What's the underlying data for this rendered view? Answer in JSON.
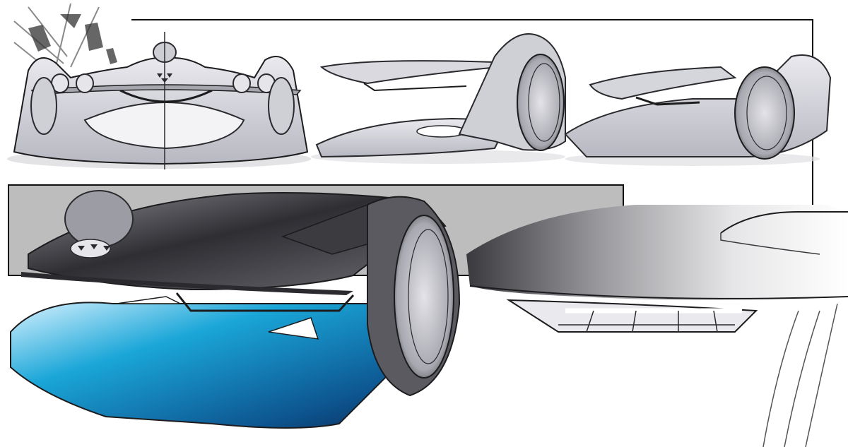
{
  "artwork": {
    "colors": {
      "paper": "#ffffff",
      "line_dark": "#1c1c1e",
      "line_mid": "#5a5a60",
      "body_light": "#dcdce2",
      "body_mid": "#b9b9c2",
      "body_dark": "#4a4a50",
      "panel_gray": "#bdbdbd",
      "accent_cyan": "#1aa6d8",
      "accent_cyan_dark": "#0d3f72",
      "light_strip": "#ffffff",
      "shadow_gray": "#cfcfd4"
    },
    "views": [
      {
        "id": "front-view"
      },
      {
        "id": "side-view-upper"
      },
      {
        "id": "three-quarter-view"
      },
      {
        "id": "detail-front-render"
      },
      {
        "id": "detail-side-render"
      }
    ]
  }
}
